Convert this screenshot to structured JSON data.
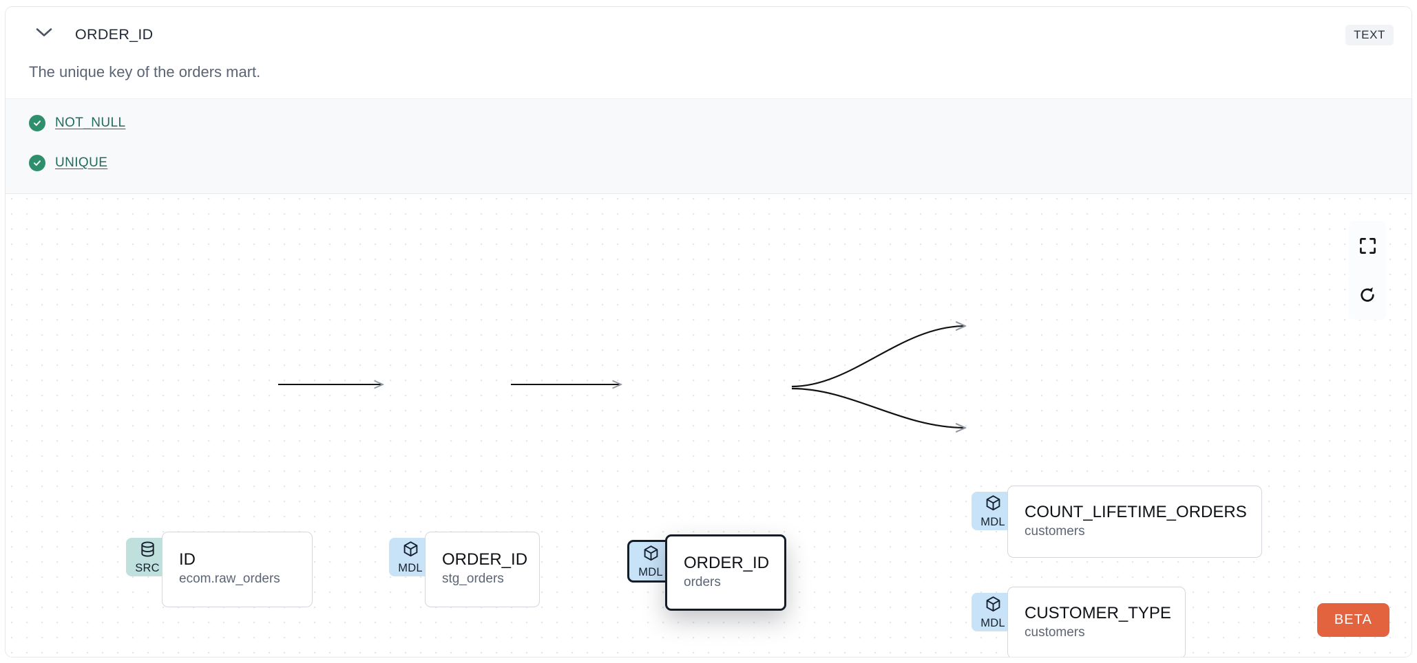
{
  "header": {
    "collapse_icon": "chevron-down-icon",
    "column_name": "ORDER_ID",
    "data_type_badge": "TEXT"
  },
  "description": "The unique key of the orders mart.",
  "tests": {
    "status_icon": "check-circle-icon",
    "items": [
      {
        "label": "NOT_NULL",
        "status": "passed"
      },
      {
        "label": "UNIQUE",
        "status": "passed"
      }
    ]
  },
  "lineage_graph": {
    "nodes": [
      {
        "id": "src",
        "badge": "SRC",
        "badge_icon": "database-icon",
        "name": "ID",
        "parent": "ecom.raw_orders",
        "selected": false
      },
      {
        "id": "stg",
        "badge": "MDL",
        "badge_icon": "cube-icon",
        "name": "ORDER_ID",
        "parent": "stg_orders",
        "selected": false
      },
      {
        "id": "orders",
        "badge": "MDL",
        "badge_icon": "cube-icon",
        "name": "ORDER_ID",
        "parent": "orders",
        "selected": true
      },
      {
        "id": "count",
        "badge": "MDL",
        "badge_icon": "cube-icon",
        "name": "COUNT_LIFETIME_ORDERS",
        "parent": "customers",
        "selected": false
      },
      {
        "id": "cust_type",
        "badge": "MDL",
        "badge_icon": "cube-icon",
        "name": "CUSTOMER_TYPE",
        "parent": "customers",
        "selected": false
      }
    ],
    "edges": [
      {
        "from": "src",
        "to": "stg",
        "style": "straight"
      },
      {
        "from": "stg",
        "to": "orders",
        "style": "straight"
      },
      {
        "from": "orders",
        "to": "count",
        "style": "bezier"
      },
      {
        "from": "orders",
        "to": "cust_type",
        "style": "bezier"
      }
    ],
    "controls": [
      {
        "name": "fit-view-button",
        "icon": "fullscreen-icon"
      },
      {
        "name": "refresh-button",
        "icon": "refresh-icon"
      }
    ],
    "beta_badge": "BETA"
  },
  "colors": {
    "src_badge": "#bfe0dd",
    "mdl_badge": "#c8e2f7",
    "test_pass": "#2e8f6d",
    "test_link": "#1f6b5c",
    "beta": "#e2633e",
    "selected_outline": "#141c28"
  }
}
